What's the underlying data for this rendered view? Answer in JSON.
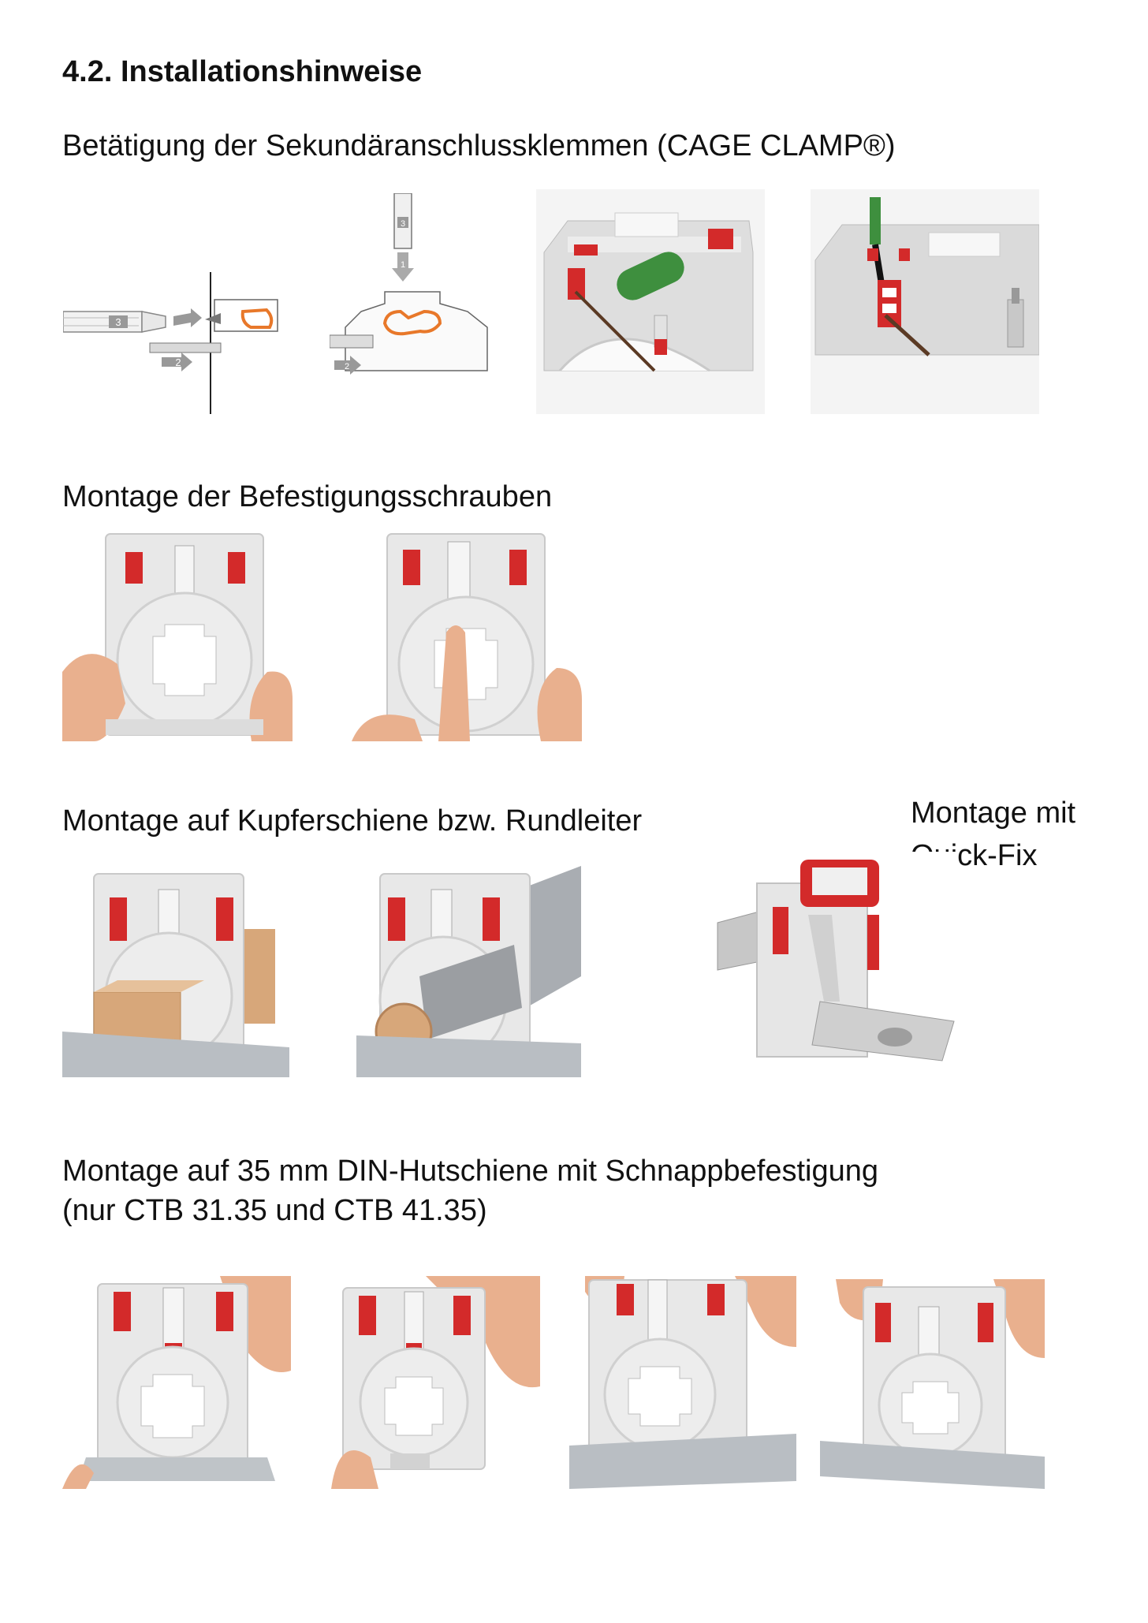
{
  "section": {
    "number": "4.2.",
    "title": "Installationshinweise"
  },
  "captions": {
    "cage_clamp": "Betätigung der Sekundäranschlussklemmen (CAGE CLAMP®)",
    "screws": "Montage der Befestigungsschrauben",
    "busbar": "Montage auf Kupferschiene bzw. Rundleiter",
    "quickfix_line1": "Montage mit",
    "quickfix_line2": "Quick-Fix",
    "din_line1": "Montage auf 35 mm DIN-Hutschiene mit Schnappbefestigung",
    "din_line2": "(nur CTB 31.35 und CTB 41.35)"
  },
  "diagram_steps": [
    "1",
    "2",
    "3"
  ],
  "colors": {
    "housing": "#e6e6e6",
    "clamp_red": "#d32a2a",
    "clamp_orange": "#e8782a",
    "screwdriver_green": "#3e8f3e",
    "skin": "#e9b08e",
    "copper": "#d7a77a",
    "rail": "#b9bec3"
  }
}
